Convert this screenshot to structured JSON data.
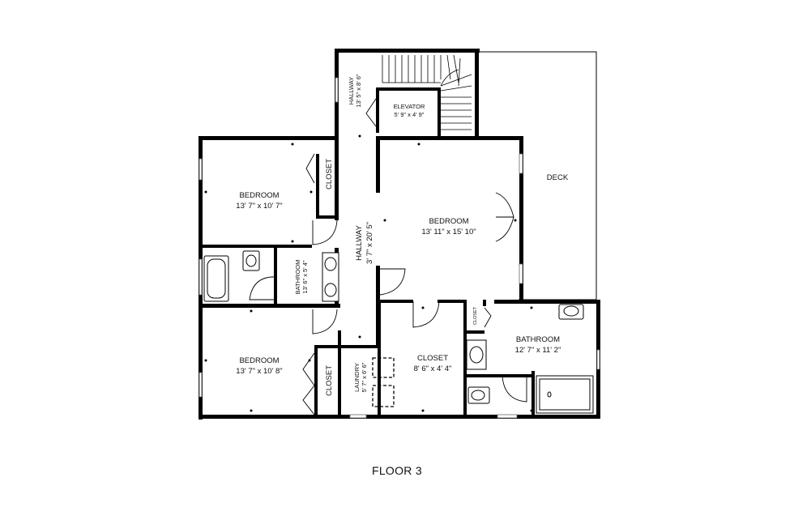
{
  "floor_label": "FLOOR 3",
  "rooms": {
    "hallway_top": {
      "name": "HALLWAY",
      "dims": "13' 5\" x 8' 6\""
    },
    "elevator": {
      "name": "ELEVATOR",
      "dims": "5' 9\" x 4' 9\""
    },
    "deck": {
      "name": "DECK"
    },
    "bedroom_nw": {
      "name": "BEDROOM",
      "dims": "13' 7\" x 10' 7\""
    },
    "closet_nw": {
      "name": "CLOSET"
    },
    "hallway_main": {
      "name": "HALLWAY",
      "dims": "3' 7\" x 20' 5\""
    },
    "bedroom_main": {
      "name": "BEDROOM",
      "dims": "13' 11\" x 15' 10\""
    },
    "bathroom_mid": {
      "name": "BATHROOM",
      "dims": "13' 6\" x 5' 4\""
    },
    "bedroom_sw": {
      "name": "BEDROOM",
      "dims": "13' 7\" x 10' 8\""
    },
    "closet_sw": {
      "name": "CLOSET"
    },
    "laundry": {
      "name": "LAUNDRY",
      "dims": "5' 7\" x 6' 6\""
    },
    "closet_center": {
      "name": "CLOSET",
      "dims": "8' 6\" x 4' 4\""
    },
    "closet_small": {
      "name": "CLOSET"
    },
    "bathroom_se": {
      "name": "BATHROOM",
      "dims": "12' 7\" x 11' 2\""
    }
  },
  "colors": {
    "wall": "#000000",
    "background": "#ffffff",
    "window": "#666666"
  },
  "icons": [
    "stairs-icon",
    "toilet-icon",
    "bathtub-icon",
    "sink-icon",
    "shower-icon",
    "door-swing-icon",
    "window-icon"
  ]
}
